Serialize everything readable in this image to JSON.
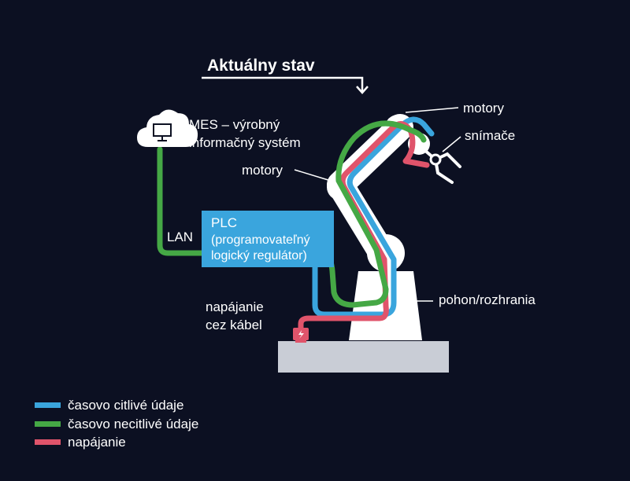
{
  "title": "Aktuálny stav",
  "labels": {
    "mes_line1": "MES – výrobný",
    "mes_line2": "informačný systém",
    "lan": "LAN",
    "motory_top": "motory",
    "snimace": "snímače",
    "motory_mid": "motory",
    "pohon": "pohon/rozhrania",
    "napajanie_line1": "napájanie",
    "napajanie_line2": "cez kábel"
  },
  "plc": {
    "line1": "PLC",
    "line2": "(programovateľný",
    "line3": "logický regulátor)"
  },
  "legend": [
    {
      "label": "časovo citlivé údaje",
      "color": "#3aa5dd"
    },
    {
      "label": "časovo necitlivé údaje",
      "color": "#45a845"
    },
    {
      "label": "napájanie",
      "color": "#e0546b"
    }
  ],
  "colors": {
    "background": "#0c1022",
    "time_sensitive": "#3aa5dd",
    "time_insensitive": "#45a845",
    "power": "#e0546b",
    "robot": "#ffffff",
    "base": "#c9cdd6"
  },
  "icons": [
    "cloud-computer-icon",
    "power-socket-icon"
  ]
}
